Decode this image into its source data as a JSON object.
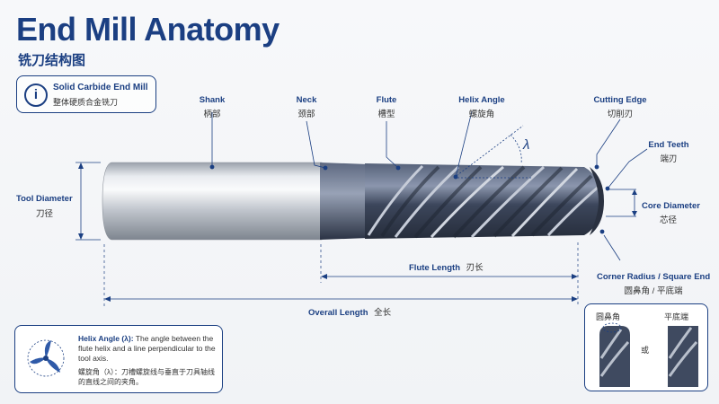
{
  "title": "End Mill Anatomy",
  "title_cn": "铣刀结构图",
  "info_box": {
    "title": "Solid Carbide End Mill",
    "subtitle": "整体硬质合金铣刀"
  },
  "labels": {
    "shank": {
      "en": "Shank",
      "cn": "柄部"
    },
    "neck": {
      "en": "Neck",
      "cn": "颈部"
    },
    "flute": {
      "en": "Flute",
      "cn": "槽型"
    },
    "helix_angle": {
      "en": "Helix Angle",
      "cn": "螺旋角",
      "symbol": "λ"
    },
    "cutting_edge": {
      "en": "Cutting Edge",
      "cn": "切削刃"
    },
    "end_teeth": {
      "en": "End Teeth",
      "cn": "端刃"
    },
    "core_diameter": {
      "en": "Core Diameter",
      "cn": "芯径"
    },
    "tool_diameter": {
      "en": "Tool Diameter",
      "cn": "刀径"
    },
    "corner_radius": {
      "en": "Corner Radius / Square End",
      "cn": "圆鼻角 / 平底端"
    },
    "flute_length": {
      "en": "Flute Length",
      "cn": "刃长"
    },
    "overall_length": {
      "en": "Overall Length",
      "cn": "全长"
    }
  },
  "corner_panel": {
    "left_label": "圆鼻角",
    "right_label": "平底端",
    "or": "或"
  },
  "helix_note": {
    "heading": "Helix Angle (λ):",
    "text_en": "The angle between the flute helix and a line perpendicular to the tool axis.",
    "text_cn": "螺旋角（λ）：刀槽螺旋线与垂直于刀具轴线的直线之间的夹角。"
  },
  "colors": {
    "brand": "#1b3f82",
    "shank": "#c9ced6",
    "flute": "#3f4a60"
  },
  "icons": [
    "info-icon",
    "helix-fan-icon"
  ]
}
